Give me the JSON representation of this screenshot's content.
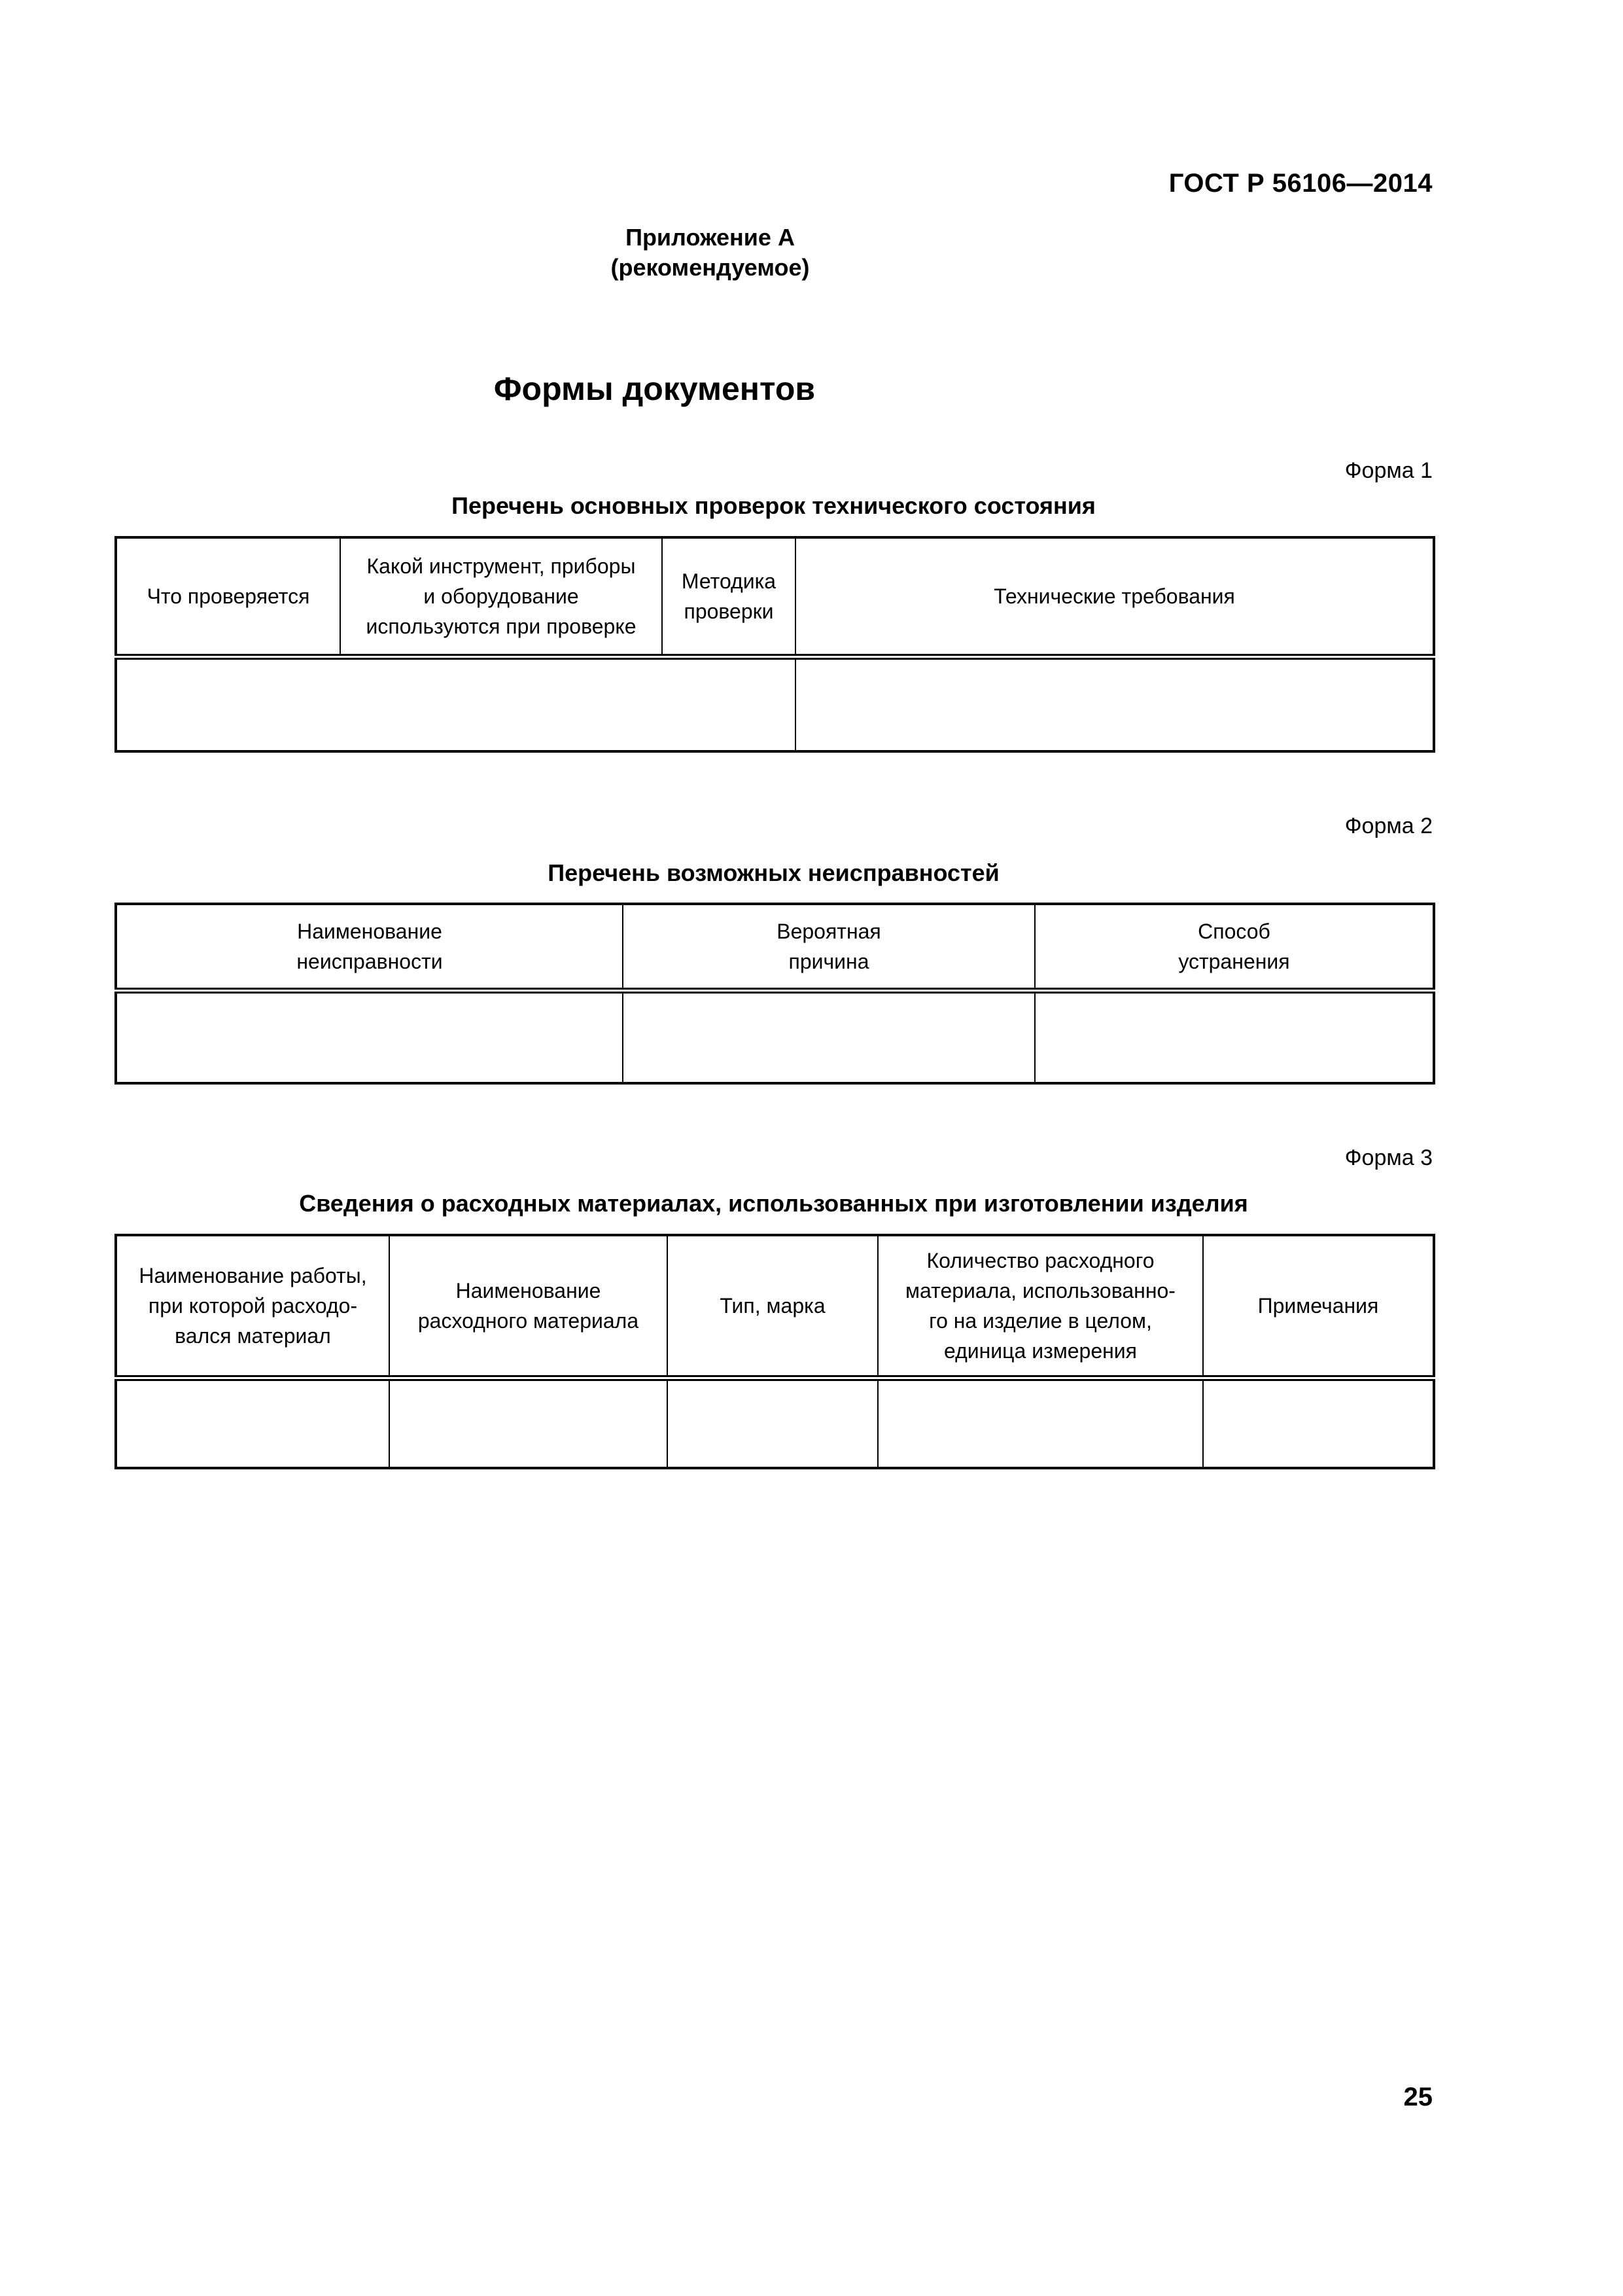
{
  "header": {
    "standard_id": "ГОСТ Р 56106—2014"
  },
  "appendix": {
    "title": "Приложение А",
    "subtitle": "(рекомендуемое)"
  },
  "main_title": "Формы документов",
  "forms": [
    {
      "form_label": "Форма 1",
      "caption": "Перечень основных проверок технического состояния",
      "columns": [
        "Что проверяется",
        "Какой инструмент, приборы и оборудование используются при проверке",
        "Методика проверки",
        "Технические требования"
      ],
      "column_lines": [
        [
          "Что проверяется"
        ],
        [
          "Какой инструмент, приборы",
          "и оборудование",
          "используются при проверке"
        ],
        [
          "Методика",
          "проверки"
        ],
        [
          "Технические требования"
        ]
      ],
      "body_cells": [
        "",
        ""
      ]
    },
    {
      "form_label": "Форма 2",
      "caption": "Перечень возможных неисправностей",
      "columns": [
        "Наименование неисправности",
        "Вероятная причина",
        "Способ устранения"
      ],
      "column_lines": [
        [
          "Наименование",
          "неисправности"
        ],
        [
          "Вероятная",
          "причина"
        ],
        [
          "Способ",
          "устранения"
        ]
      ],
      "body_cells": [
        "",
        "",
        ""
      ]
    },
    {
      "form_label": "Форма 3",
      "caption": "Сведения о расходных материалах, использованных при изготовлении изделия",
      "columns": [
        "Наименование работы, при которой расходовался материал",
        "Наименование расходного материала",
        "Тип, марка",
        "Количество расходного материала, использованного на изделие в целом, единица измерения",
        "Примечания"
      ],
      "column_lines": [
        [
          "Наименование работы,",
          "при которой расходо-",
          "вался материал"
        ],
        [
          "Наименование",
          "расходного материала"
        ],
        [
          "Тип, марка"
        ],
        [
          "Количество расходного",
          "материала, использованно-",
          "го на изделие в целом,",
          "единица измерения"
        ],
        [
          "Примечания"
        ]
      ],
      "body_cells": [
        "",
        "",
        "",
        "",
        ""
      ]
    }
  ],
  "page_number": "25"
}
